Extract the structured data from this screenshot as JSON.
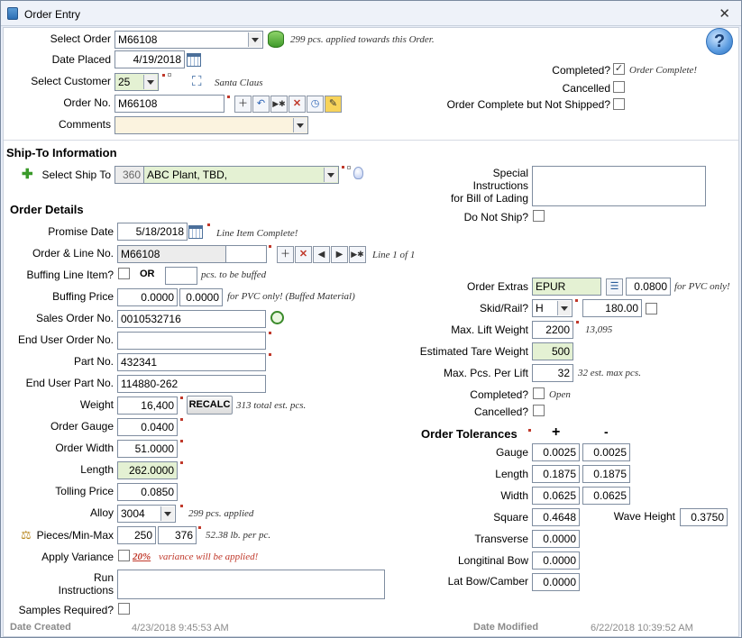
{
  "window": {
    "title": "Order Entry"
  },
  "help": {
    "glyph": "?"
  },
  "header": {
    "select_order_label": "Select Order",
    "select_order_value": "M66108",
    "applied_note": "299 pcs. applied towards this Order.",
    "date_placed_label": "Date Placed",
    "date_placed_value": "4/19/2018",
    "select_customer_label": "Select Customer",
    "select_customer_value": "25",
    "customer_name": "Santa Claus",
    "order_no_label": "Order No.",
    "order_no_value": "M66108",
    "comments_label": "Comments",
    "comments_value": "",
    "completed_label": "Completed?",
    "completed_note": "Order Complete!",
    "cancelled_label": "Cancelled",
    "complete_not_shipped_label": "Order Complete but Not Shipped?"
  },
  "ship_to": {
    "section_title": "Ship-To Information",
    "select_label": "Select Ship To",
    "code": "360",
    "value": "ABC Plant, TBD,",
    "special_instructions_label_1": "Special",
    "special_instructions_label_2": "Instructions",
    "special_instructions_label_3": "for Bill of Lading",
    "special_instructions_value": "",
    "do_not_ship_label": "Do Not Ship?"
  },
  "order_details": {
    "section_title": "Order Details",
    "promise_date_label": "Promise Date",
    "promise_date_value": "5/18/2018",
    "promise_note": "Line Item Complete!",
    "order_line_label": "Order &  Line No.",
    "order_value": "M66108",
    "line_value": "",
    "line_note": "Line 1 of 1",
    "buffing_label": "Buffing Line Item?",
    "or_label": "OR",
    "buffed_pcs_value": "",
    "buffed_note": "pcs. to be buffed",
    "buffing_price_label": "Buffing Price",
    "buffing_price_1": "0.0000",
    "buffing_price_2": "0.0000",
    "buffing_price_note": "for PVC only! (Buffed Material)",
    "sales_order_label": "Sales Order No.",
    "sales_order_value": "0010532716",
    "end_user_order_label": "End User Order No.",
    "end_user_order_value": "",
    "part_no_label": "Part No.",
    "part_no_value": "432341",
    "end_user_part_label": "End User Part No.",
    "end_user_part_value": "114880-262",
    "weight_label": "Weight",
    "weight_value": "16,400",
    "recalc_label": "RECALC",
    "weight_note": "313 total est. pcs.",
    "gauge_label": "Order Gauge",
    "gauge_value": "0.0400",
    "width_label": "Order Width",
    "width_value": "51.0000",
    "length_label": "Length",
    "length_value": "262.0000",
    "tolling_label": "Tolling Price",
    "tolling_value": "0.0850",
    "alloy_label": "Alloy",
    "alloy_value": "3004",
    "alloy_note": "299 pcs. applied",
    "pieces_label": "Pieces/Min-Max",
    "pieces_min": "250",
    "pieces_max": "376",
    "pieces_note": "52.38 lb. per pc.",
    "apply_variance_label": "Apply Variance",
    "variance_pct": "20%",
    "variance_note": "variance will be applied!",
    "run_instructions_label_1": "Run",
    "run_instructions_label_2": "Instructions",
    "run_instructions_value": "",
    "samples_label": "Samples Required?"
  },
  "right_panel": {
    "order_extras_label": "Order Extras",
    "order_extras_value": "EPUR",
    "order_extras_price": "0.0800",
    "order_extras_note": "for PVC only!",
    "skid_label": "Skid/Rail?",
    "skid_value": "H",
    "skid_price": "180.00",
    "max_lift_label": "Max. Lift Weight",
    "max_lift_value": "2200",
    "max_lift_note": "13,095",
    "tare_label": "Estimated Tare Weight",
    "tare_value": "500",
    "max_pcs_label": "Max. Pcs. Per Lift",
    "max_pcs_value": "32",
    "max_pcs_note": "32 est. max pcs.",
    "completed_label": "Completed?",
    "completed_note": "Open",
    "cancelled_label": "Cancelled?"
  },
  "tolerances": {
    "title": "Order Tolerances",
    "plus": "+",
    "minus": "-",
    "gauge_label": "Gauge",
    "gauge_plus": "0.0025",
    "gauge_minus": "0.0025",
    "length_label": "Length",
    "length_plus": "0.1875",
    "length_minus": "0.1875",
    "width_label": "Width",
    "width_plus": "0.0625",
    "width_minus": "0.0625",
    "square_label": "Square",
    "square_value": "0.4648",
    "wave_height_label": "Wave Height",
    "wave_height_value": "0.3750",
    "transverse_label": "Transverse",
    "transverse_value": "0.0000",
    "longitinal_bow_label": "Longitinal Bow",
    "longitinal_bow_value": "0.0000",
    "lat_bow_label": "Lat Bow/Camber",
    "lat_bow_value": "0.0000"
  },
  "footer": {
    "date_created_label": "Date Created",
    "date_created_value": "4/23/2018 9:45:53 AM",
    "date_modified_label": "Date Modified",
    "date_modified_value": "6/22/2018 10:39:52 AM"
  }
}
